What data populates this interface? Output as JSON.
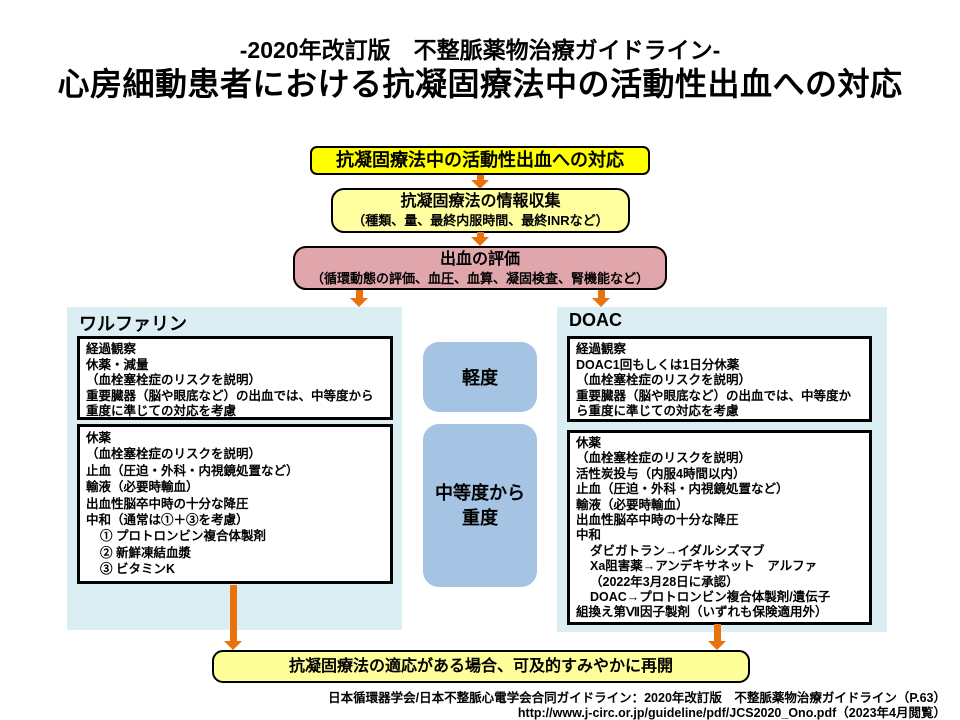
{
  "title": {
    "line1": "-2020年改訂版　不整脈薬物治療ガイドライン-",
    "line2": "心房細動患者における抗凝固療法中の活動性出血への対応"
  },
  "flow": {
    "step1": {
      "label": "抗凝固療法中の活動性出血への対応"
    },
    "step2": {
      "title": "抗凝固療法の情報収集",
      "subtitle": "（種類、量、最終内服時間、最終INRなど）"
    },
    "step3": {
      "title": "出血の評価",
      "subtitle": "（循環動態の評価、血圧、血算、凝固検査、腎機能など）"
    }
  },
  "severity": {
    "mild": "軽度",
    "moderate_line1": "中等度から",
    "moderate_line2": "重度"
  },
  "warfarin": {
    "header": "ワルファリン",
    "mild_box": [
      {
        "text": "経過観察"
      },
      {
        "text": "休薬・減量"
      },
      {
        "text": "（血栓塞栓症のリスクを説明）"
      },
      {
        "text": "重要臓器（脳や眼底など）の出血では、中等度から重度に準じての対応を考慮"
      }
    ],
    "severe_box": [
      {
        "text": "休薬"
      },
      {
        "text": "（血栓塞栓症のリスクを説明）"
      },
      {
        "text": "止血（圧迫・外科・内視鏡処置など）"
      },
      {
        "text": "輸液（必要時輸血）"
      },
      {
        "text": "出血性脳卒中時の十分な降圧"
      },
      {
        "text": "中和（通常は①＋③を考慮）"
      },
      {
        "text": "① プロトロンビン複合体製剤",
        "indent": 1
      },
      {
        "text": "② 新鮮凍結血漿",
        "indent": 1
      },
      {
        "text": "③ ビタミンK",
        "indent": 1
      }
    ]
  },
  "doac": {
    "header": "DOAC",
    "mild_box": [
      {
        "text": "経過観察"
      },
      {
        "text": "DOAC1回もしくは1日分休薬"
      },
      {
        "text": "（血栓塞栓症のリスクを説明）"
      },
      {
        "text": "重要臓器（脳や眼底など）の出血では、中等度から重度に準じての対応を考慮"
      }
    ],
    "severe_box": [
      {
        "text": "休薬"
      },
      {
        "text": "（血栓塞栓症のリスクを説明）"
      },
      {
        "text": "活性炭投与（内服4時間以内）"
      },
      {
        "text": "止血（圧迫・外科・内視鏡処置など）"
      },
      {
        "text": "輸液（必要時輸血）"
      },
      {
        "text": "出血性脳卒中時の十分な降圧"
      },
      {
        "text": "中和"
      },
      {
        "text": "ダビガトラン→イダルシズマブ",
        "indent": 1
      },
      {
        "text": "Xa阻害薬→アンデキサネット　アルファ",
        "indent": 1
      },
      {
        "text": "（2022年3月28日に承認）",
        "indent": 1
      },
      {
        "text": "DOAC→プロトロンビン複合体製剤/遺伝子",
        "indent": 1
      },
      {
        "text": "組換え第Ⅶ因子製剤（いずれも保険適用外）"
      }
    ]
  },
  "restart": {
    "label": "抗凝固療法の適応がある場合、可及的すみやかに再開"
  },
  "footer": {
    "line1": "日本循環器学会/日本不整脈心電学会合同ガイドライン：2020年改訂版　不整脈薬物治療ガイドライン（P.63）",
    "line2": "http://www.j-circ.or.jp/guideline/pdf/JCS2020_Ono.pdf（2023年4月閲覧）"
  },
  "colors": {
    "step1-bg": "#FFFF00",
    "step2-bg": "#FFFFA0",
    "step3-bg": "#E0A6AC",
    "panel-bg": "#DAEEF3",
    "severity-bg": "#A5C4E4",
    "restart-bg": "#FFFF99",
    "arrow": "#E8720C",
    "border": "#000000"
  }
}
